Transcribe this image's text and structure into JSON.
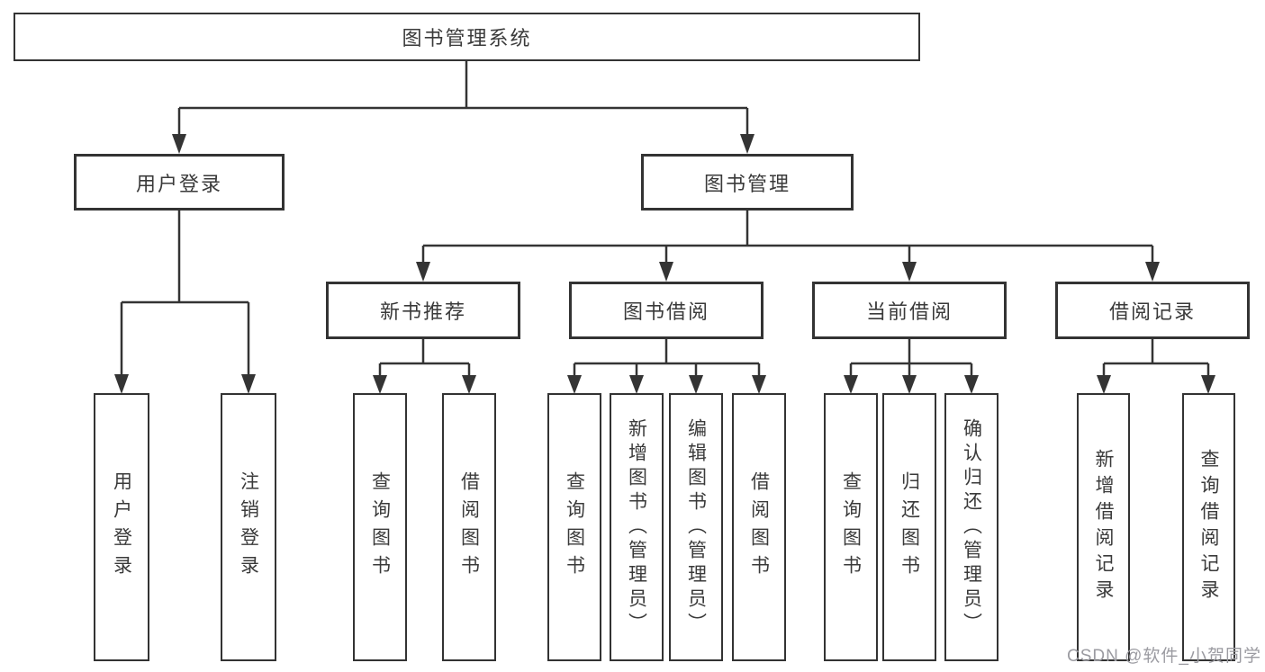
{
  "diagram": {
    "root": {
      "label": "图书管理系统"
    },
    "level2": [
      {
        "label": "用户登录",
        "children": [
          {
            "label": "用户登录"
          },
          {
            "label": "注销登录"
          }
        ]
      },
      {
        "label": "图书管理",
        "children": [
          {
            "label": "新书推荐",
            "children": [
              {
                "label": "查询图书"
              },
              {
                "label": "借阅图书"
              }
            ]
          },
          {
            "label": "图书借阅",
            "children": [
              {
                "label": "查询图书"
              },
              {
                "label": "新增图书（管理员）"
              },
              {
                "label": "编辑图书（管理员）"
              },
              {
                "label": "借阅图书"
              }
            ]
          },
          {
            "label": "当前借阅",
            "children": [
              {
                "label": "查询图书"
              },
              {
                "label": "归还图书"
              },
              {
                "label": "确认归还（管理员）"
              }
            ]
          },
          {
            "label": "借阅记录",
            "children": [
              {
                "label": "新增借阅记录"
              },
              {
                "label": "查询借阅记录"
              }
            ]
          }
        ]
      }
    ]
  },
  "watermark": {
    "text": "CSDN @软件_小贺同学"
  },
  "colors": {
    "line": "#343434",
    "box_border": "#333333",
    "text": "#3a3a3a",
    "background": "#ffffff",
    "watermark": "#9b9ba1"
  }
}
